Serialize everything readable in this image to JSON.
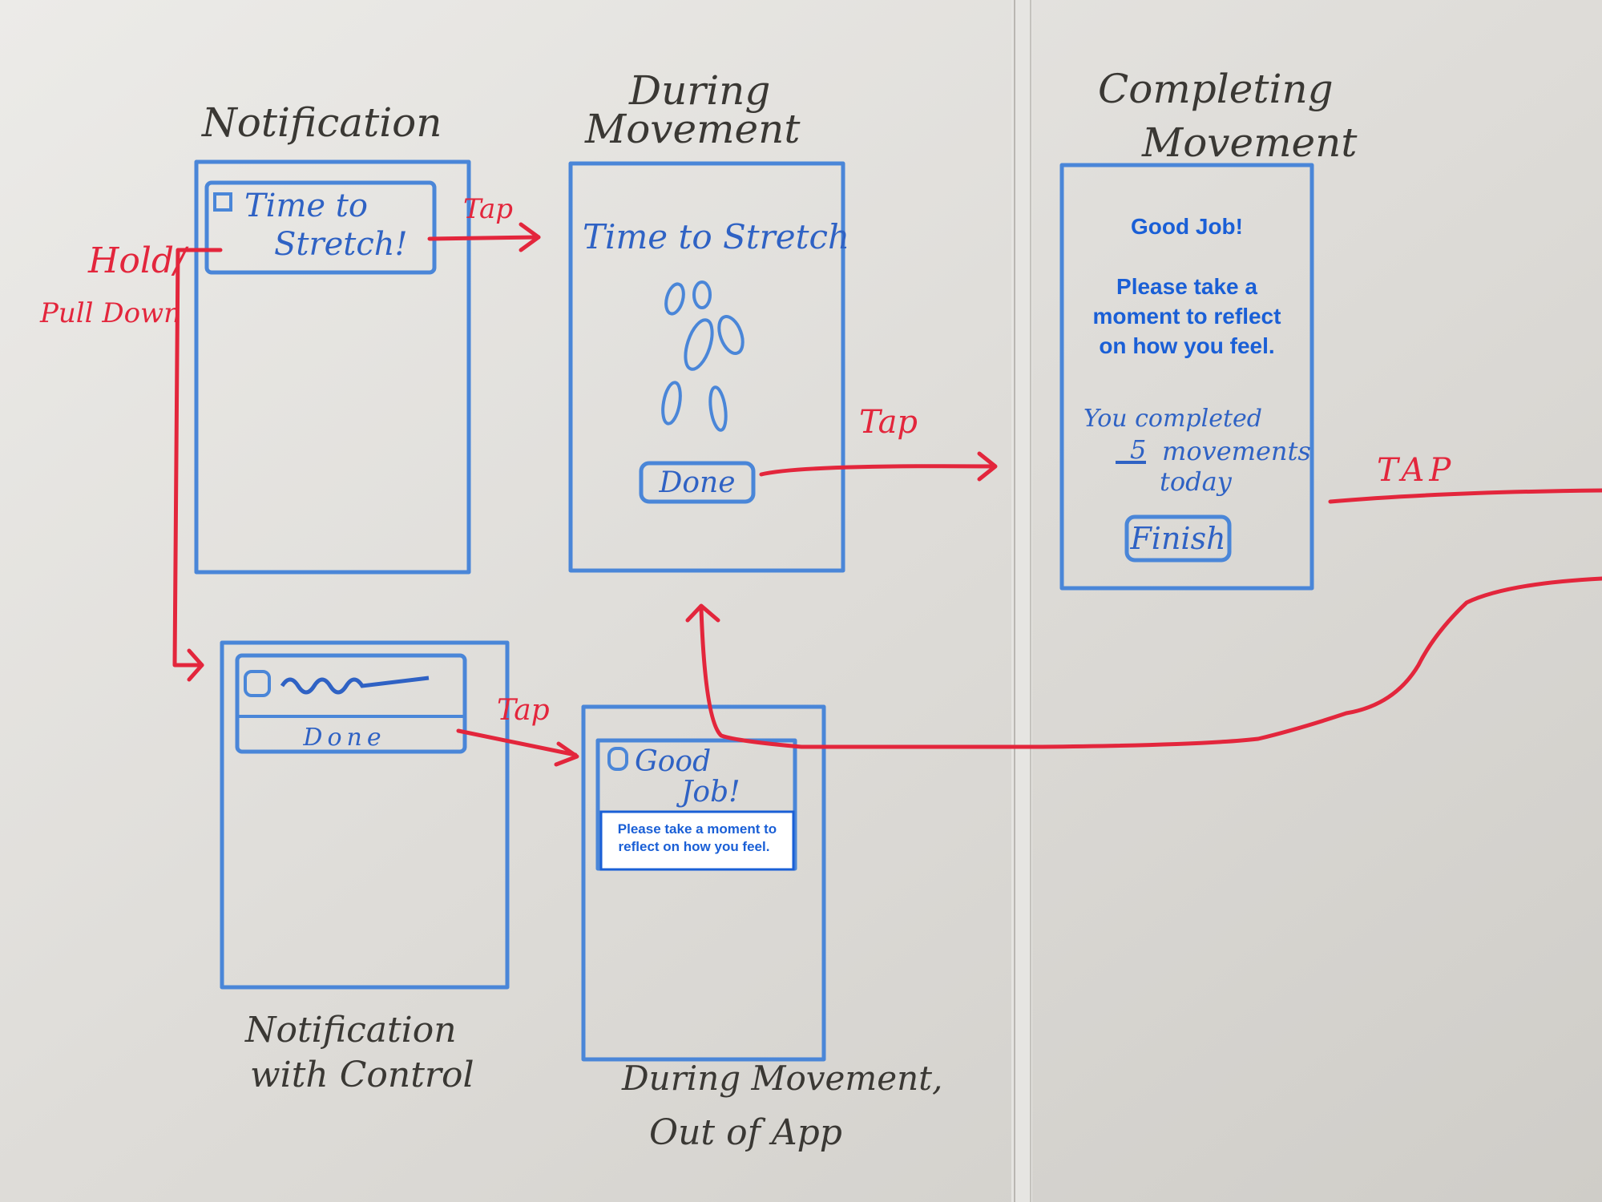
{
  "labels": {
    "notification": "Notification",
    "during_1": "During",
    "during_2": "Movement",
    "completing_1": "Completing",
    "completing_2": "Movement",
    "notif_control_1": "Notification",
    "notif_control_2": "with Control",
    "out_of_app_1": "During Movement,",
    "out_of_app_2": "Out of App"
  },
  "arrows": {
    "tap_1": "Tap",
    "hold": "Hold/",
    "pull_down": "Pull Down",
    "tap_2": "Tap",
    "tap_3": "Tap",
    "tap_4": "TAP"
  },
  "notification_screen": {
    "line1": "Time to",
    "line2": "Stretch!"
  },
  "during_screen": {
    "title": "Time to Stretch",
    "button": "Done"
  },
  "completing_screen": {
    "good_job": "Good Job!",
    "reflect_1": "Please take a",
    "reflect_2": "moment to reflect",
    "reflect_3": "on how you feel.",
    "completed_1": "You completed",
    "count": "5",
    "completed_2": "movements",
    "completed_3": "today",
    "button": "Finish"
  },
  "control_screen": {
    "button": "Done"
  },
  "out_of_app_screen": {
    "line1": "Good",
    "line2": "Job!",
    "reflect_1": "Please take a moment to",
    "reflect_2": "reflect on how you feel."
  },
  "colors": {
    "board": "#d9d7d2",
    "frame": "#4a86d8",
    "arrow": "#e3263c",
    "typed_text": "#1a5fd6",
    "marker": "#3a3834"
  }
}
